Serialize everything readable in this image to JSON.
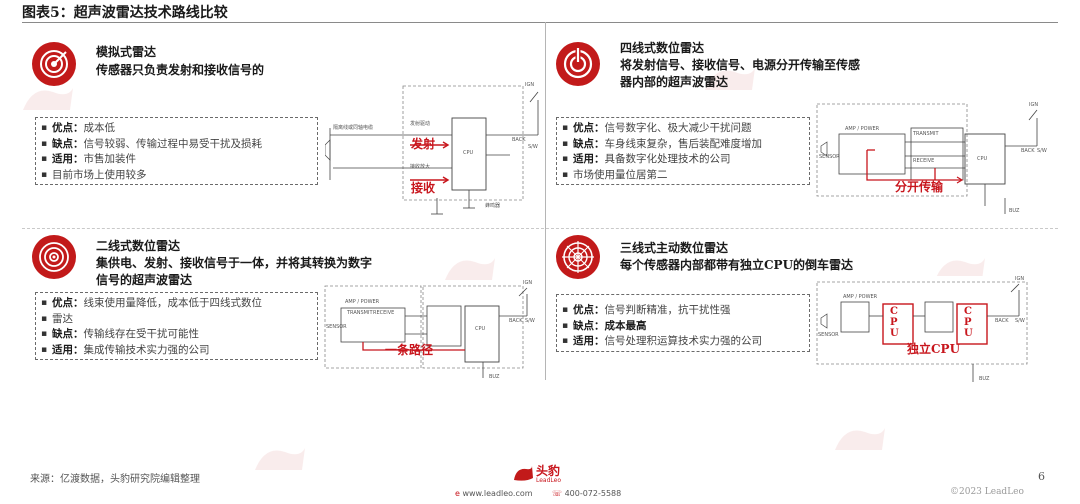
{
  "header": {
    "title": "图表5：超声波雷达技术路线比较"
  },
  "colors": {
    "accent": "#c21a1a",
    "label_red": "#c8161d"
  },
  "quadrants": {
    "q1": {
      "icon": "radar-target-icon",
      "title": "模拟式雷达",
      "subtitle": "传感器只负责发射和接收信号的",
      "bullets": [
        {
          "key": "优点：",
          "value": "成本低"
        },
        {
          "key": "缺点：",
          "value": "信号较弱、传输过程中易受干扰及损耗"
        },
        {
          "key": "适用：",
          "value": "市售加装件"
        },
        {
          "key": "",
          "value": "目前市场上使用较多"
        }
      ],
      "diagram": {
        "red_labels": [
          "发射",
          "接收"
        ],
        "tiny_labels": [
          "隔离线或同轴电缆",
          "发射驱动",
          "接收放大",
          "CPU",
          "IGN",
          "BACK",
          "S/W",
          "蜂鸣器",
          "GND"
        ]
      }
    },
    "q2": {
      "icon": "power-signal-icon",
      "title": "四线式数位雷达",
      "subtitle_lines": [
        "将发射信号、接收信号、电源分开传输至传感",
        "器内部的超声波雷达"
      ],
      "bullets": [
        {
          "key": "优点：",
          "value": "信号数字化、极大减少干扰问题"
        },
        {
          "key": "缺点：",
          "value": "车身线束复杂，售后装配难度增加"
        },
        {
          "key": "适用：",
          "value": "具备数字化处理技术的公司"
        },
        {
          "key": "",
          "value": "市场使用量位居第二"
        }
      ],
      "diagram": {
        "red_labels": [
          "分开传输"
        ],
        "tiny_labels": [
          "AMP / POWER",
          "TRANSMIT",
          "RECEIVE",
          "SENSOR",
          "CPU",
          "IGN",
          "BACK",
          "S/W",
          "BUZ"
        ]
      }
    },
    "q3": {
      "icon": "radar-target-icon",
      "title": "二线式数位雷达",
      "subtitle_lines": [
        "集供电、发射、接收信号于一体，并将其转换为数字",
        "信号的超声波雷达"
      ],
      "bullets": [
        {
          "key": "优点：",
          "value": "线束使用量降低，成本低于四线式数位"
        },
        {
          "key": "",
          "value": "雷达"
        },
        {
          "key": "缺点：",
          "value": "传输线存在受干扰可能性"
        },
        {
          "key": "适用：",
          "value": "集成传输技术实力强的公司"
        }
      ],
      "diagram": {
        "red_labels": [
          "一条路径"
        ],
        "tiny_labels": [
          "AMP / POWER",
          "TRANSMIT",
          "RECEIVE",
          "SENSOR",
          "CPU",
          "IGN",
          "BACK",
          "S/W",
          "BUZ"
        ]
      }
    },
    "q4": {
      "icon": "radar-scope-icon",
      "title": "三线式主动数位雷达",
      "subtitle": "每个传感器内部都带有独立CPU的倒车雷达",
      "bullets": [
        {
          "key": "优点：",
          "value": "信号判断精准，抗干扰性强"
        },
        {
          "key": "缺点：",
          "value": "成本最高"
        },
        {
          "key": "适用：",
          "value": "信号处理积运算技术实力强的公司"
        }
      ],
      "diagram": {
        "red_labels": [
          "独立CPU"
        ],
        "cpu_labels": [
          "C",
          "P",
          "U"
        ],
        "tiny_labels": [
          "AMP / POWER",
          "SENSOR",
          "IGN",
          "BACK",
          "S/W",
          "BUZ"
        ]
      }
    }
  },
  "footer": {
    "source": "来源：亿渡数据，头豹研究院编辑整理",
    "logo_text": "头豹",
    "logo_sub": "LeadLeo",
    "website": "www.leadleo.com",
    "phone": "400-072-5588",
    "copyright": "©2023 LeadLeo",
    "page_number": "6"
  }
}
